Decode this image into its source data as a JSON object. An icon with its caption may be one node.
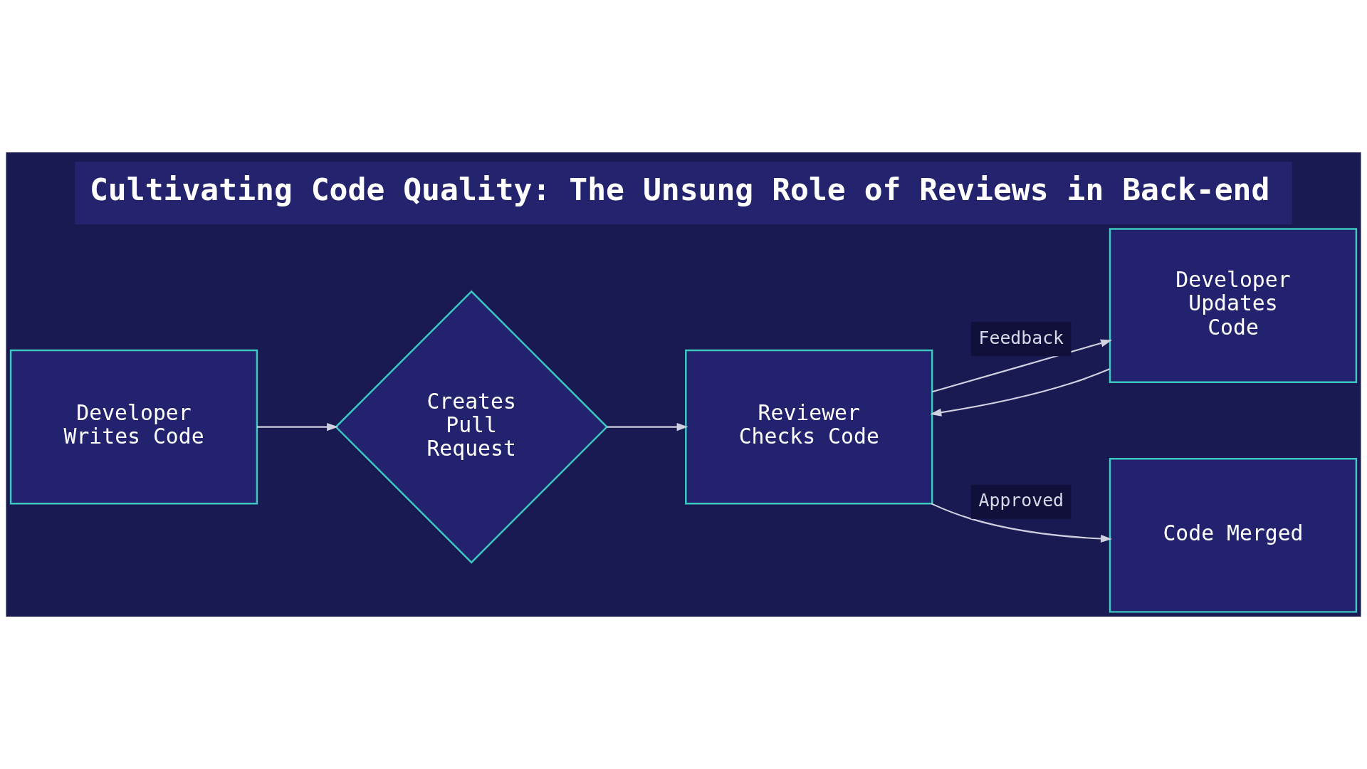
{
  "diagram": {
    "title": "Cultivating Code Quality: The Unsung Role of Reviews in Back-end",
    "nodes": [
      {
        "text": [
          "Developer Writes Code"
        ]
      },
      {
        "text": [
          "Creates Pull Request"
        ]
      },
      {
        "text": [
          "Reviewer Checks Code"
        ]
      },
      {
        "text": [
          "Developer Updates Code"
        ]
      },
      {
        "text": [
          "Code Merged"
        ]
      }
    ],
    "edges": [
      {
        "from": 0,
        "to": 1,
        "arrow": "to"
      },
      {
        "from": 1,
        "to": 2,
        "arrow": "to"
      },
      {
        "from": 2,
        "to": 3,
        "arrow": "to",
        "label": "Feedback"
      },
      {
        "from": 3,
        "to": 2,
        "arrow": "to"
      },
      {
        "from": 2,
        "to": 4,
        "arrow": "to",
        "label": "Approved"
      }
    ]
  }
}
